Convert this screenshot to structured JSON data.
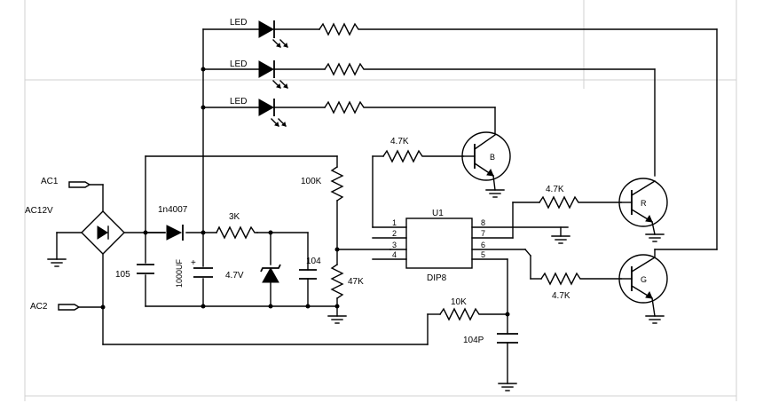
{
  "labels": {
    "led1": "LED",
    "led2": "LED",
    "led3": "LED",
    "ac1": "AC1",
    "ac12v": "AC12V",
    "ac2": "AC2",
    "diode": "1n4007",
    "r_3k": "3K",
    "r_100k": "100K",
    "r_47k": "47K",
    "r_10k": "10K",
    "r_4k7_b": "4.7K",
    "r_4k7_r": "4.7K",
    "r_4k7_g": "4.7K",
    "c_105": "105",
    "c_1000uf": "1000UF",
    "plus": "+",
    "zener": "4.7V",
    "c_104": "104",
    "c_104p": "104P",
    "ic_ref": "U1",
    "ic_pkg": "DIP8",
    "pin1": "1",
    "pin2": "2",
    "pin3": "3",
    "pin4": "4",
    "pin5": "5",
    "pin6": "6",
    "pin7": "7",
    "pin8": "8",
    "q_b": "B",
    "q_r": "R",
    "q_g": "G"
  }
}
